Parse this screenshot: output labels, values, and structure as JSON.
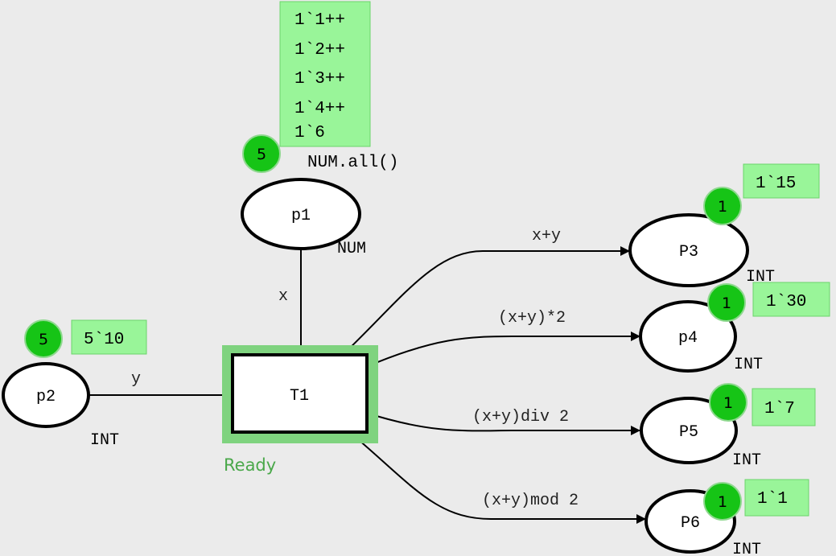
{
  "colors": {
    "background": "#ebebeb",
    "token_bubble": "#16c416",
    "marking_box": "#99f599",
    "ready_highlight": "#7fd37f",
    "ready_text": "#4aa84a",
    "stroke": "#000000"
  },
  "places": {
    "p1": {
      "label": "p1",
      "type": "NUM",
      "init": "NUM.all()",
      "tokens": "5",
      "marking": [
        "1`1++",
        "1`2++",
        "1`3++",
        "1`4++",
        "1`6"
      ]
    },
    "p2": {
      "label": "p2",
      "type": "INT",
      "tokens": "5",
      "marking": [
        "5`10"
      ]
    },
    "p3": {
      "label": "P3",
      "type": "INT",
      "tokens": "1",
      "marking": [
        "1`15"
      ]
    },
    "p4": {
      "label": "p4",
      "type": "INT",
      "tokens": "1",
      "marking": [
        "1`30"
      ]
    },
    "p5": {
      "label": "P5",
      "type": "INT",
      "tokens": "1",
      "marking": [
        "1`7"
      ]
    },
    "p6": {
      "label": "P6",
      "type": "INT",
      "tokens": "1",
      "marking": [
        "1`1"
      ]
    }
  },
  "transition": {
    "label": "T1",
    "status": "Ready"
  },
  "arcs": {
    "p1_t1": "x",
    "p2_t1": "y",
    "t1_p3": "x+y",
    "t1_p4": "(x+y)*2",
    "t1_p5": "(x+y)div 2",
    "t1_p6": "(x+y)mod 2"
  }
}
